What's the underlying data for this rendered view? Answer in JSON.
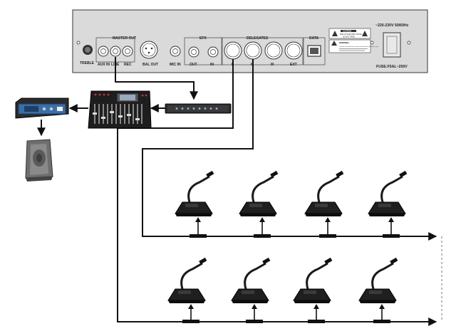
{
  "panel": {
    "ports": {
      "treble": "TREBLE",
      "master_out": "MASTER OUT",
      "aux_in": "AUX IN",
      "line": "LINE",
      "rec": "REC",
      "bal_out": "BAL OUT",
      "mic_in": "MIC IN",
      "efx": "EFX",
      "efx_out": "OUT",
      "efx_in": "IN",
      "delegates": "DELEGATES",
      "ch1": "I",
      "ch2": "II",
      "ch3": "III",
      "ext": "EXT",
      "data": "DATA",
      "power": "~220-230V 50/60Hz",
      "fuse": "FUSE:F5AL~250V"
    },
    "warnings": {
      "caution_title": "CAUTION",
      "caution_line1": "RISK OF ELECTRIC SHOCK",
      "caution_line2": "DO NOT OPEN",
      "warning_title": "WARNING:",
      "warning_text": "To reduce the risk of fire or electric shock do not remove the cover"
    }
  },
  "devices": {
    "amplifier": "amplifier",
    "speaker": "loudspeaker",
    "mixer": "mixer",
    "equalizer": "equalizer",
    "microphone": "delegate-microphone"
  },
  "colors": {
    "panel_bg": "#d9d9d9",
    "panel_border": "#555555",
    "line": "#111111",
    "device_dark": "#1a1a1a",
    "amp_blue": "#3a6ea8"
  }
}
